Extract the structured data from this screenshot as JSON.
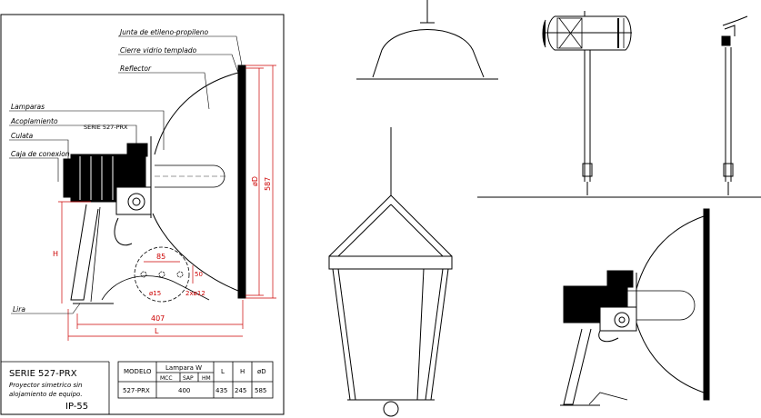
{
  "labels": {
    "junta": "Junta de etileno-propileno",
    "cierre": "Cierre vidrio templado",
    "reflector": "Reflector",
    "lamparas": "Lamparas",
    "acoplamiento": "Acoplamiento",
    "serie_tag": "SERIE 527-PRX",
    "culata": "Culata",
    "caja": "Caja de conexion",
    "lira": "Lira"
  },
  "dimensions": {
    "d85": "85",
    "d50": "50",
    "phi15": "ø15",
    "holes": "2xø12",
    "d407": "407",
    "L": "L",
    "H": "H",
    "phiD": "øD",
    "d587": "587"
  },
  "title_block": {
    "series": "SERIE 527-PRX",
    "line1": "Proyector simetrico sin",
    "line2": "alojamiento de equipo.",
    "ip": "IP-55"
  },
  "table": {
    "col_modelo": "MODELO",
    "col_lampara": "Lampara W",
    "sub_mcc": "MCC",
    "sub_sap": "SAP",
    "sub_hm": "HM",
    "col_L": "L",
    "col_H": "H",
    "col_D": "øD",
    "row_modelo": "527-PRX",
    "row_w": "400",
    "row_L": "435",
    "row_H": "245",
    "row_D": "585"
  }
}
